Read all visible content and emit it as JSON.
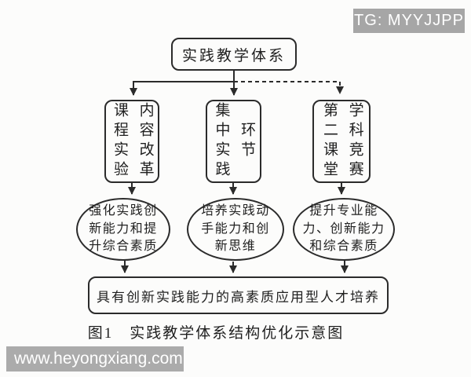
{
  "badge": {
    "text": "TG: MYYJJPP"
  },
  "diagram": {
    "root": {
      "label": "实践教学体系"
    },
    "branches": [
      {
        "label": "课程实验\n内容改革"
      },
      {
        "label": "集中实践\n环节"
      },
      {
        "label": "第二课堂\n学科竞赛"
      }
    ],
    "outcomes": [
      {
        "label": "强化实践创\n新能力和提\n升综合素质"
      },
      {
        "label": "培养实践动\n手能力和创\n新思维"
      },
      {
        "label": "提升专业能\n力、创新能力\n和综合素质"
      }
    ],
    "goal": {
      "label": "具有创新实践能力的高素质应用型人才培养"
    },
    "caption": "图1　实践教学体系结构优化示意图"
  },
  "watermark": {
    "text": "www.heyongxiang.com"
  },
  "colors": {
    "line": "#2b2b2b",
    "badge_bg": "#a6a6a6",
    "watermark_bg": "#ababab",
    "background": "#fcfcfb"
  }
}
